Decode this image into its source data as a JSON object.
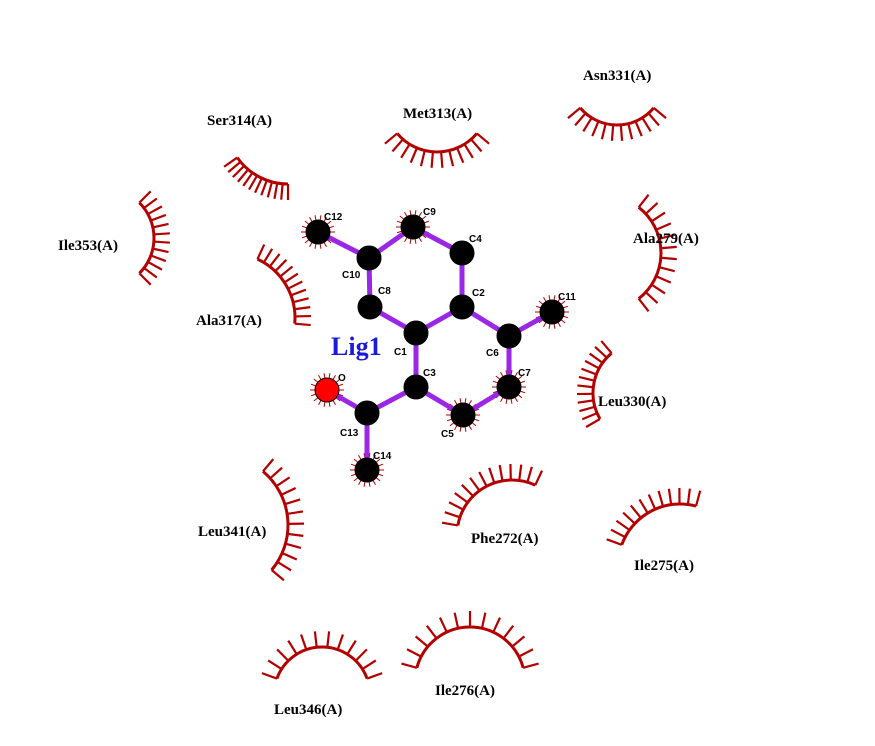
{
  "ligand": {
    "name": "Lig1",
    "name_color": "#1a1ad8",
    "bond_color": "#9a27e6",
    "atom_color": "#000000",
    "oxygen_color": "#ff0000",
    "atoms": [
      {
        "id": "C12",
        "label": "C12"
      },
      {
        "id": "C9",
        "label": "C9"
      },
      {
        "id": "C4",
        "label": "C4"
      },
      {
        "id": "C10",
        "label": "C10"
      },
      {
        "id": "C8",
        "label": "C8"
      },
      {
        "id": "C2",
        "label": "C2"
      },
      {
        "id": "C11",
        "label": "C11"
      },
      {
        "id": "C1",
        "label": "C1"
      },
      {
        "id": "C6",
        "label": "C6"
      },
      {
        "id": "O",
        "label": "O"
      },
      {
        "id": "C3",
        "label": "C3"
      },
      {
        "id": "C7",
        "label": "C7"
      },
      {
        "id": "C13",
        "label": "C13"
      },
      {
        "id": "C5",
        "label": "C5"
      },
      {
        "id": "C14",
        "label": "C14"
      }
    ],
    "bonds": [
      [
        "C12",
        "C10"
      ],
      [
        "C10",
        "C9"
      ],
      [
        "C9",
        "C4"
      ],
      [
        "C4",
        "C2"
      ],
      [
        "C10",
        "C8"
      ],
      [
        "C8",
        "C1"
      ],
      [
        "C1",
        "C2"
      ],
      [
        "C2",
        "C6"
      ],
      [
        "C6",
        "C11"
      ],
      [
        "C6",
        "C7"
      ],
      [
        "C7",
        "C5"
      ],
      [
        "C5",
        "C3"
      ],
      [
        "C3",
        "C1"
      ],
      [
        "C3",
        "C13"
      ],
      [
        "C13",
        "O"
      ],
      [
        "C13",
        "C14"
      ]
    ],
    "hydrophobic_atoms": [
      "C12",
      "C9",
      "C11",
      "C7",
      "C5",
      "C14",
      "O"
    ]
  },
  "arc_color": "#b30000",
  "residues": [
    {
      "id": "Asn331",
      "label": "Asn331(A)"
    },
    {
      "id": "Met313",
      "label": "Met313(A)"
    },
    {
      "id": "Ser314",
      "label": "Ser314(A)"
    },
    {
      "id": "Ile353",
      "label": "Ile353(A)"
    },
    {
      "id": "Ala279",
      "label": "Ala279(A)"
    },
    {
      "id": "Ala317",
      "label": "Ala317(A)"
    },
    {
      "id": "Leu330",
      "label": "Leu330(A)"
    },
    {
      "id": "Leu341",
      "label": "Leu341(A)"
    },
    {
      "id": "Phe272",
      "label": "Phe272(A)"
    },
    {
      "id": "Ile275",
      "label": "Ile275(A)"
    },
    {
      "id": "Leu346",
      "label": "Leu346(A)"
    },
    {
      "id": "Ile276",
      "label": "Ile276(A)"
    }
  ]
}
